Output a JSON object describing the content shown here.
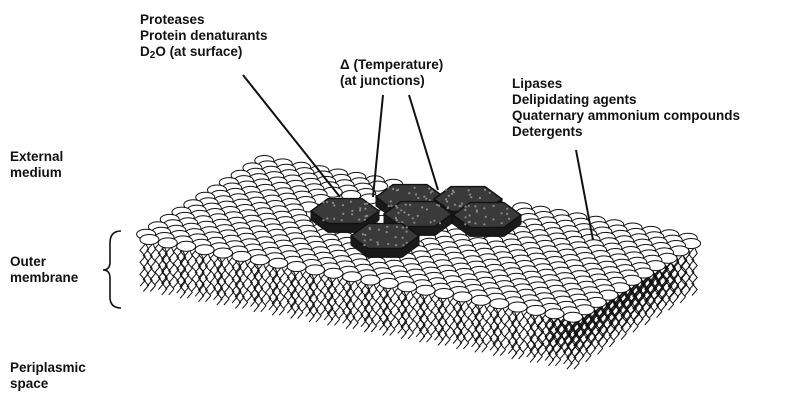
{
  "labels": {
    "top_agents": {
      "line1": "Proteases",
      "line2": "Protein denaturants",
      "line3_prefix": "D",
      "line3_sub": "2",
      "line3_suffix": "O (at surface)"
    },
    "temperature": {
      "line1": "Δ (Temperature)",
      "line2": "(at junctions)"
    },
    "right_agents": [
      "Lipases",
      "Delipidating agents",
      "Quaternary ammonium compounds",
      "Detergents"
    ],
    "external_medium": [
      "External",
      "medium"
    ],
    "outer_membrane": [
      "Outer",
      "membrane"
    ],
    "periplasmic_space": [
      "Periplasmic",
      "space"
    ]
  },
  "colors": {
    "ink": "#111111",
    "background": "#ffffff",
    "protein_fill": "#3a3a3a"
  },
  "icons": {
    "lipid_headgroup": "ellipse",
    "lipid_tail": "wavy-line",
    "membrane_brace": "left-curly-brace",
    "protein_complex": "hexagon"
  }
}
